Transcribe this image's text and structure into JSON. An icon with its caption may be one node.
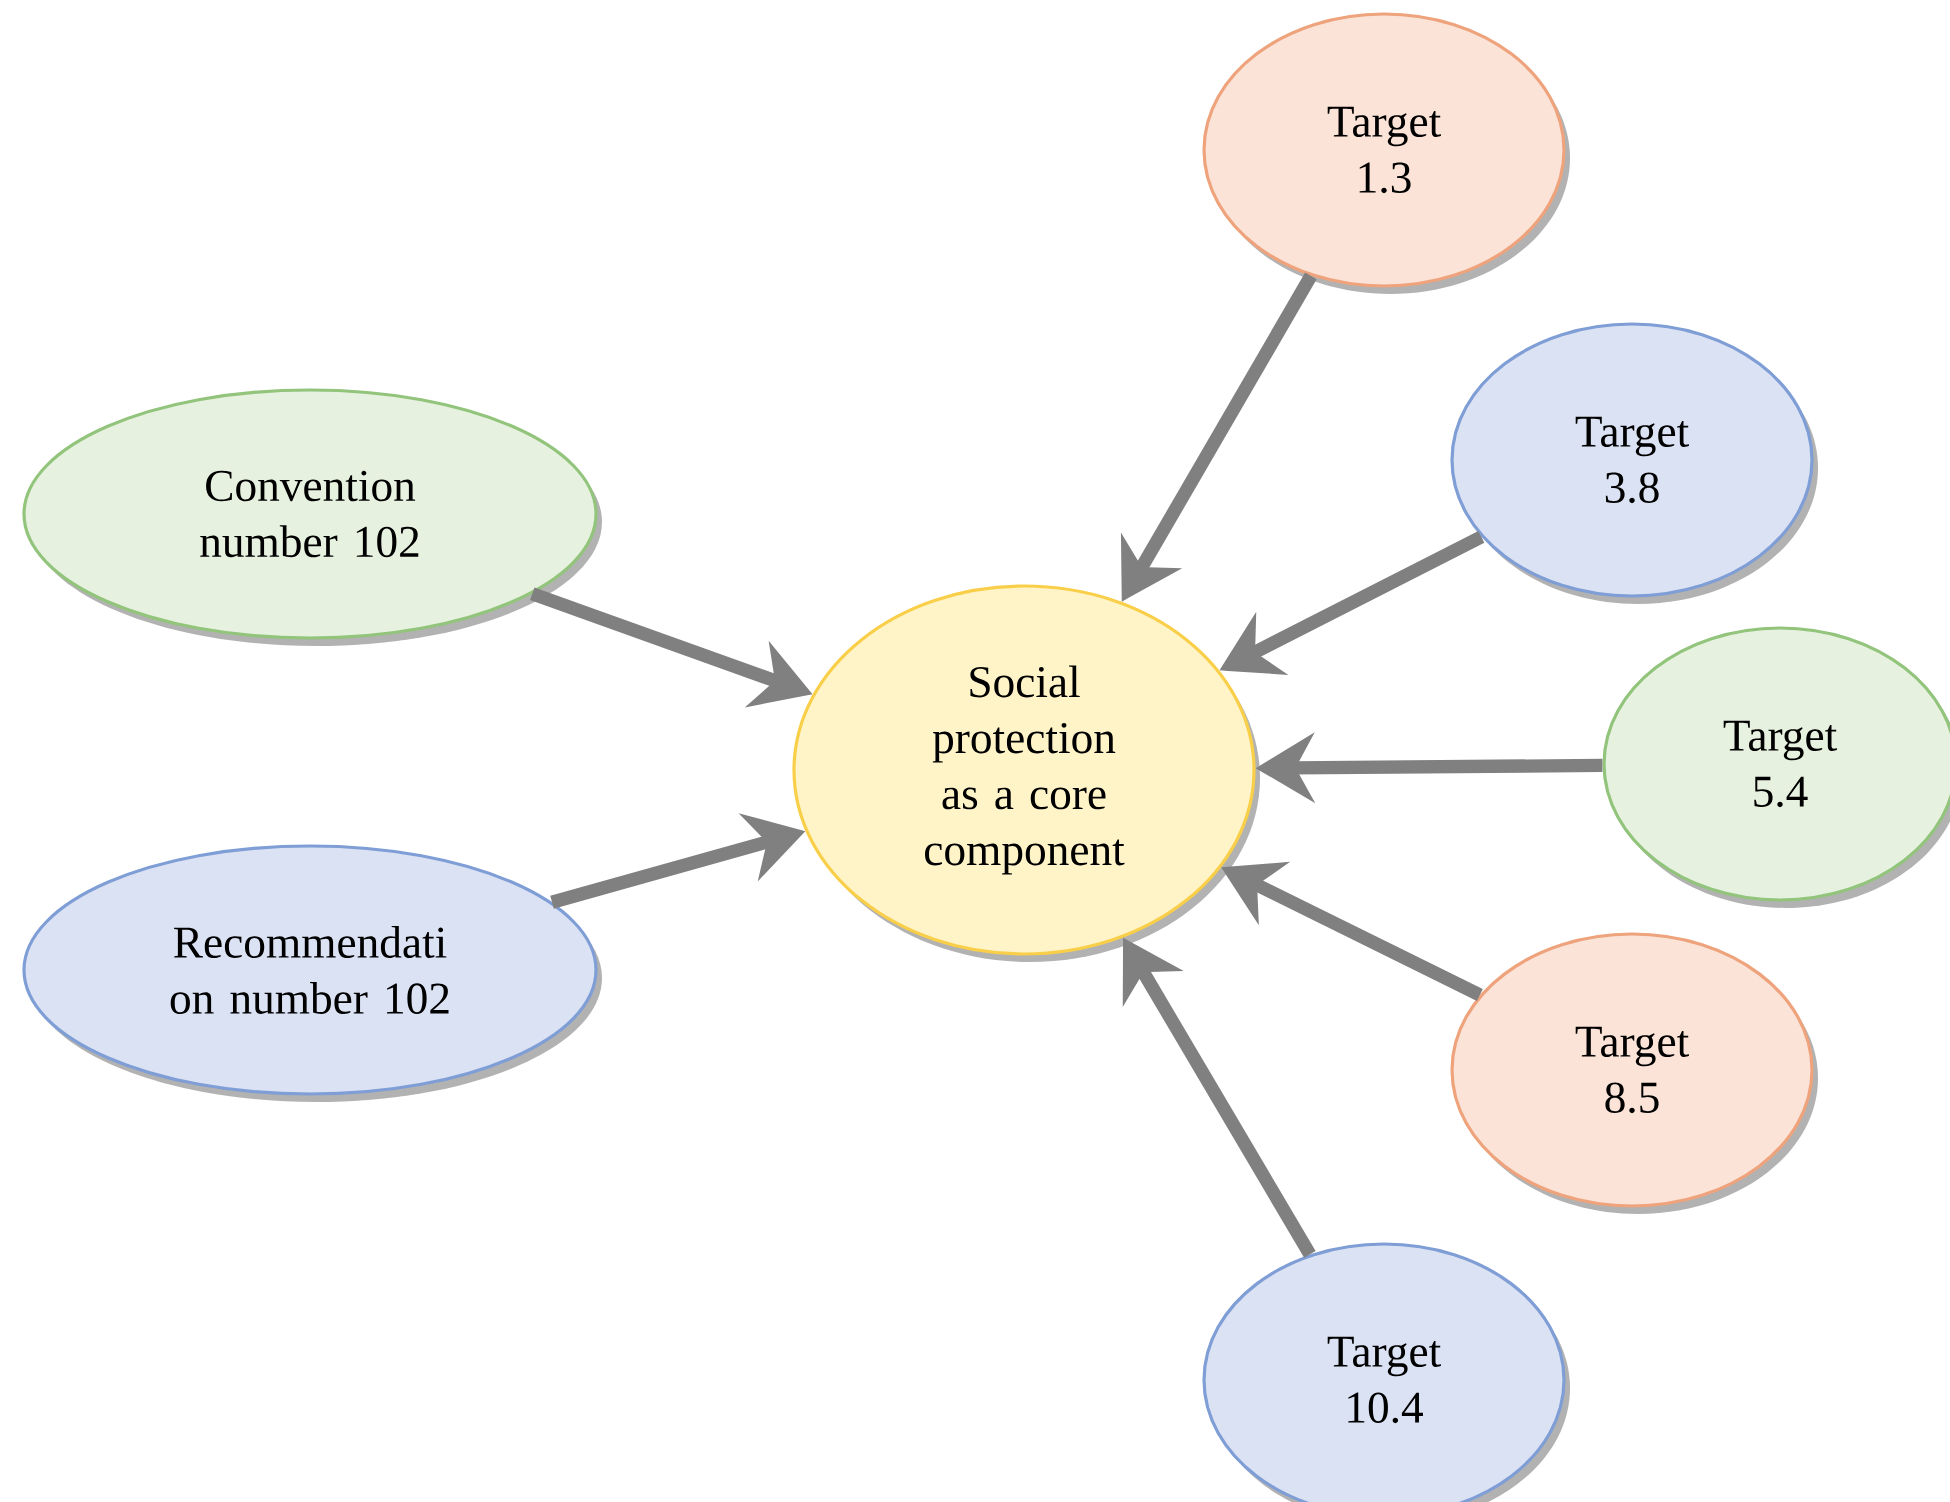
{
  "diagram": {
    "nodes": [
      {
        "text": [
          "Social protection as a core component"
        ]
      },
      {
        "text": [
          "Convention number 102"
        ]
      },
      {
        "text": [
          "Recommendati on number 102"
        ]
      },
      {
        "text": [
          "Target 1.3"
        ]
      },
      {
        "text": [
          "Target 3.8"
        ]
      },
      {
        "text": [
          "Target 5.4"
        ]
      },
      {
        "text": [
          "Target 8.5"
        ]
      },
      {
        "text": [
          "Target 10.4"
        ]
      }
    ],
    "edges": [
      {
        "from": 3,
        "to": 0,
        "arrow": "to"
      },
      {
        "from": 4,
        "to": 0,
        "arrow": "to"
      },
      {
        "from": 1,
        "to": 0,
        "arrow": "to"
      },
      {
        "from": 5,
        "to": 0,
        "arrow": "to"
      },
      {
        "from": 2,
        "to": 0,
        "arrow": "to"
      },
      {
        "from": 6,
        "to": 0,
        "arrow": "to"
      },
      {
        "from": 7,
        "to": 0,
        "arrow": "to"
      }
    ]
  }
}
